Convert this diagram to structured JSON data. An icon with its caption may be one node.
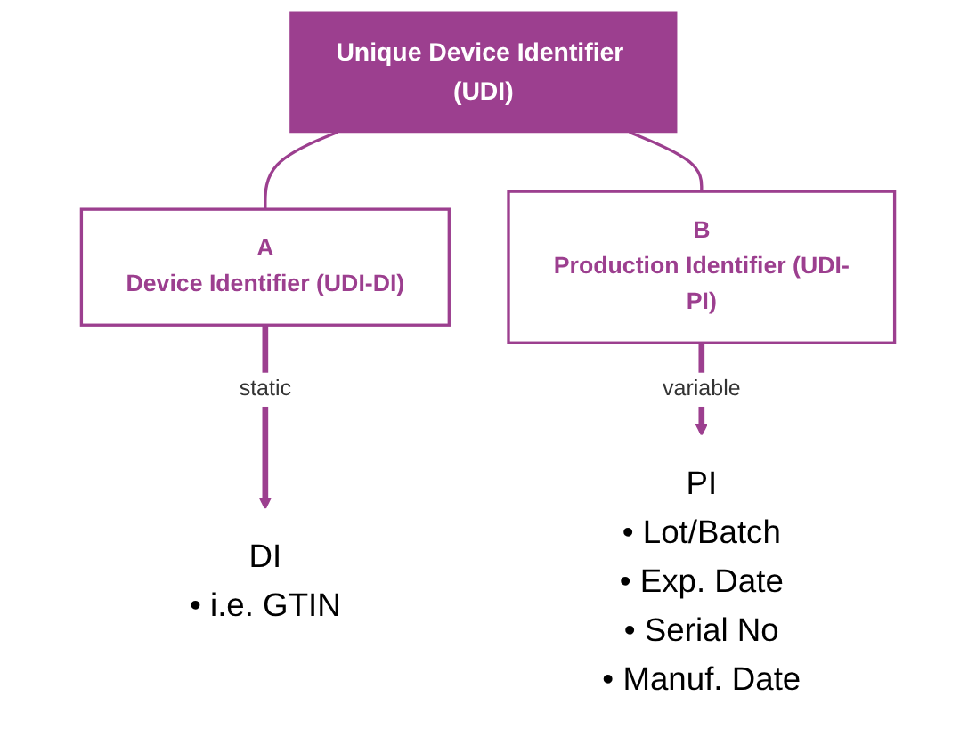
{
  "diagram": {
    "nodes": [
      {
        "text": [
          "Unique Device Identifier (UDI)"
        ]
      },
      {
        "text": [
          "A",
          "Device Identifier (UDI-DI)"
        ]
      },
      {
        "text": [
          "B",
          "Production Identifier (UDI-PI)"
        ]
      },
      {
        "text": [
          "DI",
          "• i.e. GTIN"
        ]
      },
      {
        "text": [
          "PI",
          "• Lot/Batch",
          "• Exp. Date",
          "• Serial No",
          "• Manuf. Date"
        ]
      }
    ],
    "edges": [
      {
        "from": 0,
        "to": 1,
        "arrow": "none"
      },
      {
        "from": 0,
        "to": 2,
        "arrow": "none"
      },
      {
        "from": 1,
        "to": 3,
        "arrow": "to",
        "label": "static",
        "style": "thick"
      },
      {
        "from": 2,
        "to": 4,
        "arrow": "to",
        "label": "variable",
        "style": "thick"
      }
    ]
  }
}
